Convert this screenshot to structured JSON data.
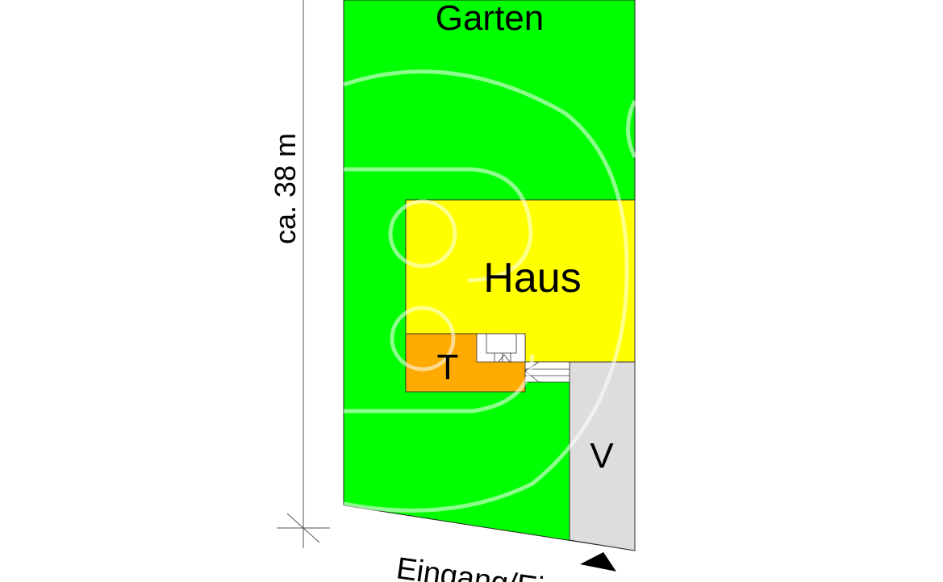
{
  "labels": {
    "garden": "Garten",
    "house": "Haus",
    "terrace": "T",
    "parking": "V",
    "dimension": "ca. 38 m",
    "entrance": "Eingang/Ei..."
  },
  "colors": {
    "garden": "#00ff00",
    "house": "#ffff00",
    "terrace": "#ffaa00",
    "parking": "#dddddd",
    "outline": "#000000",
    "watermark": "#ffffff"
  },
  "icons": {
    "entrance_marker": "triangle-icon",
    "dimension_tick": "cross-tick-icon",
    "watermark": "logo-watermark"
  }
}
